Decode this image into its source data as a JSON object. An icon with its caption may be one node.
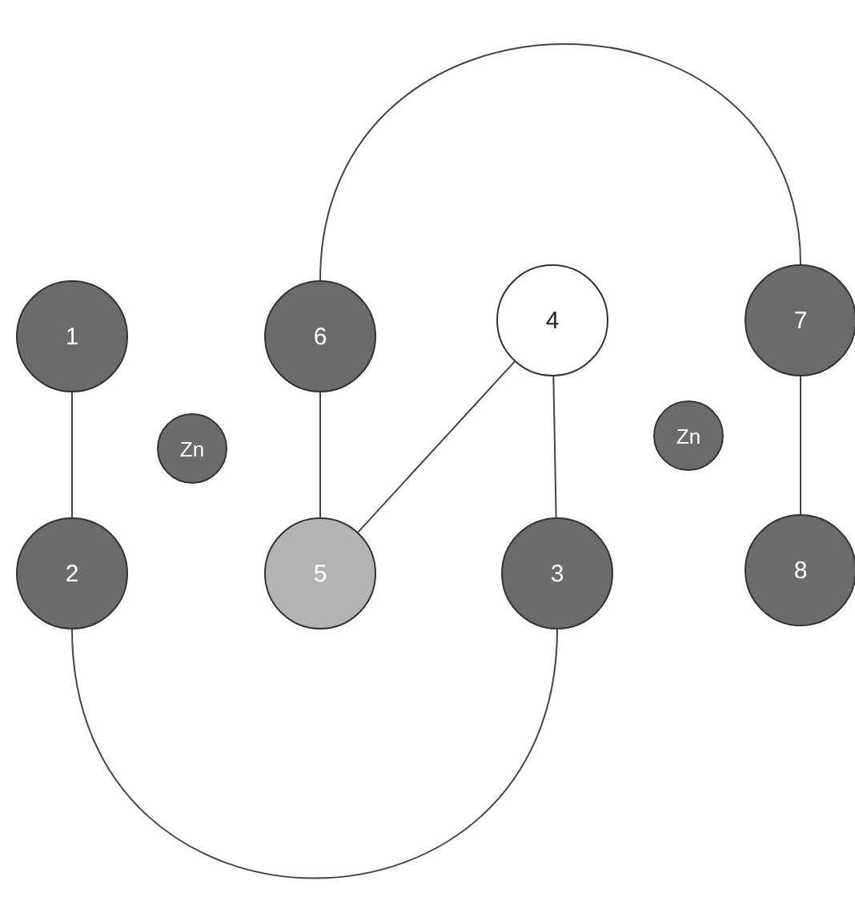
{
  "diagram": {
    "nodes": [
      {
        "text": [
          "1"
        ]
      },
      {
        "text": [
          "6"
        ]
      },
      {
        "text": [
          "4"
        ]
      },
      {
        "text": [
          "7"
        ]
      },
      {
        "text": [
          "Zn"
        ]
      },
      {
        "text": [
          "Zn"
        ]
      },
      {
        "text": [
          "2"
        ]
      },
      {
        "text": [
          "5"
        ]
      },
      {
        "text": [
          "3"
        ]
      },
      {
        "text": [
          "8"
        ]
      }
    ],
    "edges": [
      {
        "from": 0,
        "to": 6,
        "arrow": "none"
      },
      {
        "from": 1,
        "to": 7,
        "arrow": "none"
      },
      {
        "from": 2,
        "to": 7,
        "arrow": "none"
      },
      {
        "from": 2,
        "to": 8,
        "arrow": "none"
      },
      {
        "from": 3,
        "to": 9,
        "arrow": "none"
      },
      {
        "from": 1,
        "to": 3,
        "arrow": "none"
      },
      {
        "from": 6,
        "to": 8,
        "arrow": "none"
      }
    ]
  }
}
